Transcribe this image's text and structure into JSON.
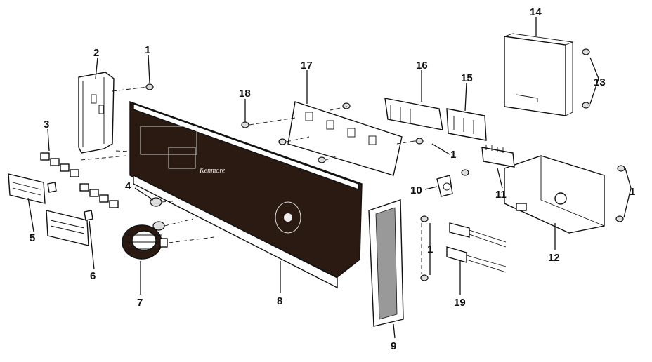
{
  "diagram": {
    "brand_text": "Kenmore",
    "callouts": [
      {
        "id": "c1a",
        "label": "1"
      },
      {
        "id": "c1b",
        "label": "1"
      },
      {
        "id": "c1c",
        "label": "1"
      },
      {
        "id": "c1d",
        "label": "1"
      },
      {
        "id": "c2",
        "label": "2"
      },
      {
        "id": "c3",
        "label": "3"
      },
      {
        "id": "c4",
        "label": "4"
      },
      {
        "id": "c5",
        "label": "5"
      },
      {
        "id": "c6",
        "label": "6"
      },
      {
        "id": "c7",
        "label": "7"
      },
      {
        "id": "c8",
        "label": "8"
      },
      {
        "id": "c9",
        "label": "9"
      },
      {
        "id": "c10",
        "label": "10"
      },
      {
        "id": "c11",
        "label": "11"
      },
      {
        "id": "c12",
        "label": "12"
      },
      {
        "id": "c13",
        "label": "13"
      },
      {
        "id": "c14",
        "label": "14"
      },
      {
        "id": "c15",
        "label": "15"
      },
      {
        "id": "c16",
        "label": "16"
      },
      {
        "id": "c17",
        "label": "17"
      },
      {
        "id": "c18",
        "label": "18"
      },
      {
        "id": "c19",
        "label": "19"
      }
    ]
  }
}
